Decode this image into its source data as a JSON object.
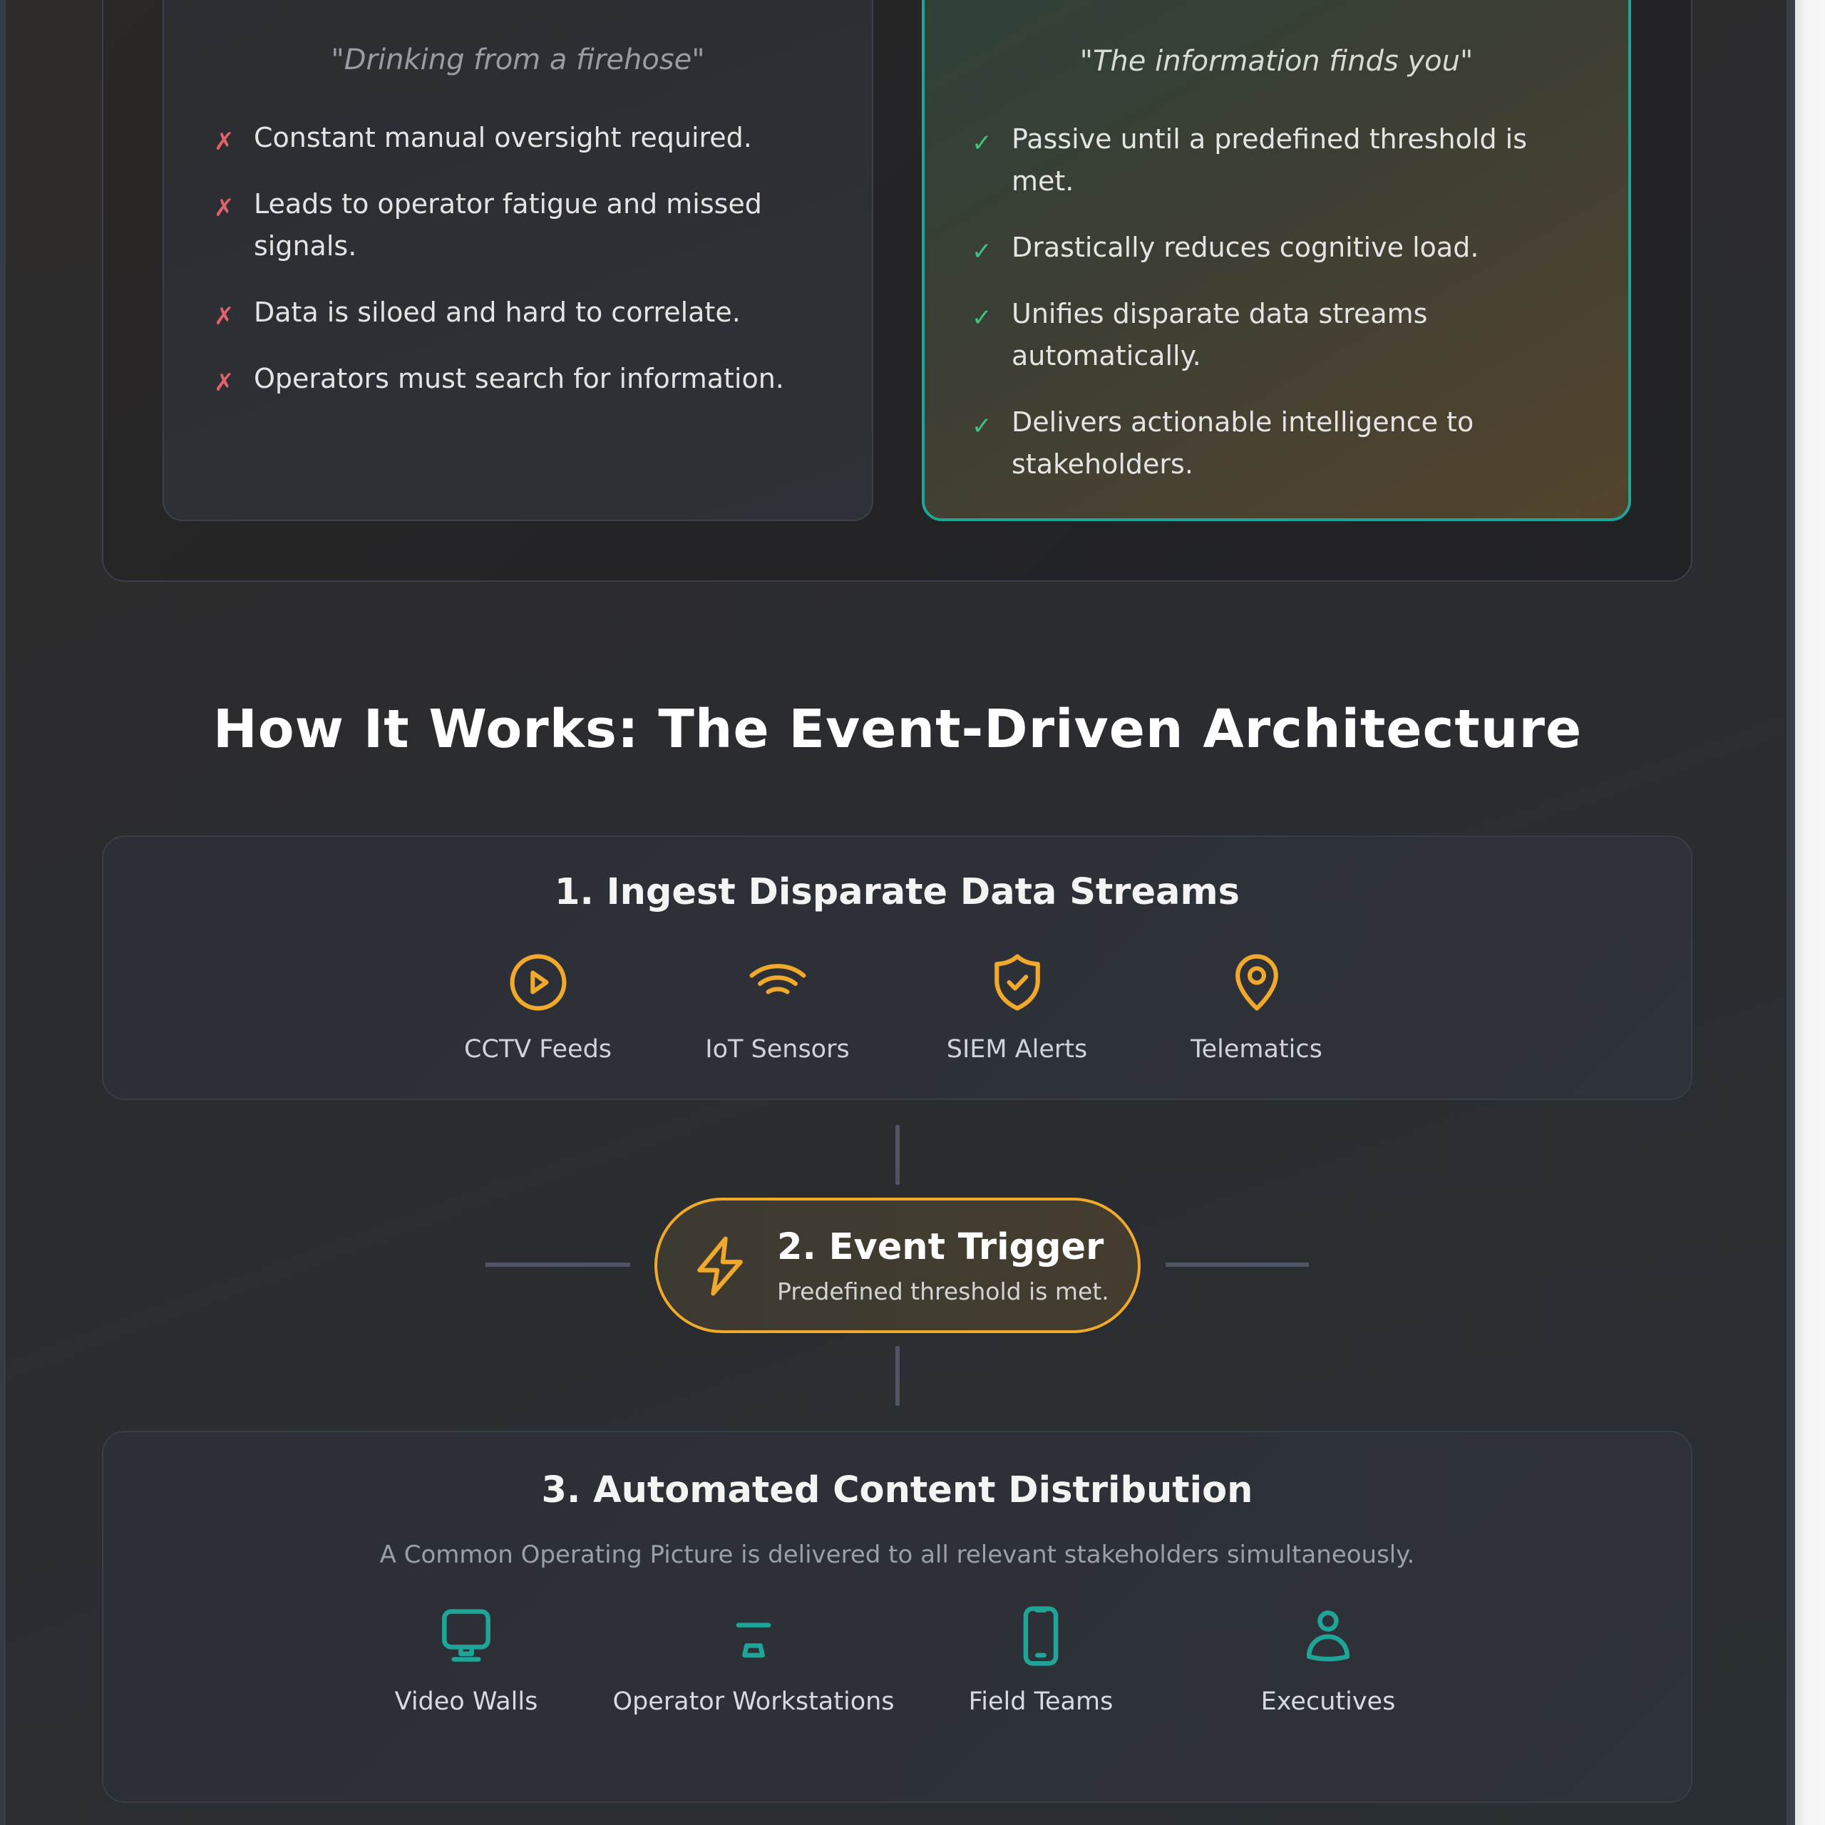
{
  "comparison": {
    "old": {
      "quote": "\"Drinking from a firehose\"",
      "mark": "✗",
      "items": [
        "Constant manual oversight required.",
        "Leads to operator fatigue and missed signals.",
        "Data is siloed and hard to correlate.",
        "Operators must search for information."
      ]
    },
    "new": {
      "quote": "\"The information finds you\"",
      "mark": "✓",
      "items": [
        "Passive until a predefined threshold is met.",
        "Drastically reduces cognitive load.",
        "Unifies disparate data streams automatically.",
        "Delivers actionable intelligence to stakeholders."
      ]
    }
  },
  "section_title": "How It Works: The Event-Driven Architecture",
  "step1": {
    "title": "1. Ingest Disparate Data Streams",
    "sources": [
      {
        "icon": "play-circle-icon",
        "label": "CCTV Feeds"
      },
      {
        "icon": "wifi-icon",
        "label": "IoT Sensors"
      },
      {
        "icon": "shield-check-icon",
        "label": "SIEM Alerts"
      },
      {
        "icon": "map-pin-icon",
        "label": "Telematics"
      }
    ]
  },
  "step2": {
    "icon": "lightning-bolt-icon",
    "title": "2. Event Trigger",
    "subtitle": "Predefined threshold is met."
  },
  "step3": {
    "title": "3. Automated Content Distribution",
    "description": "A Common Operating Picture is delivered to all relevant stakeholders simultaneously.",
    "destinations": [
      {
        "icon": "monitor-icon",
        "label": "Video Walls"
      },
      {
        "icon": "workstation-icon",
        "label": "Operator Workstations"
      },
      {
        "icon": "smartphone-icon",
        "label": "Field Teams"
      },
      {
        "icon": "user-icon",
        "label": "Executives"
      }
    ]
  },
  "colors": {
    "accent_amber": "#f0a92a",
    "accent_teal": "#1fa597",
    "negative": "#e0626a",
    "positive": "#3ec27f"
  }
}
